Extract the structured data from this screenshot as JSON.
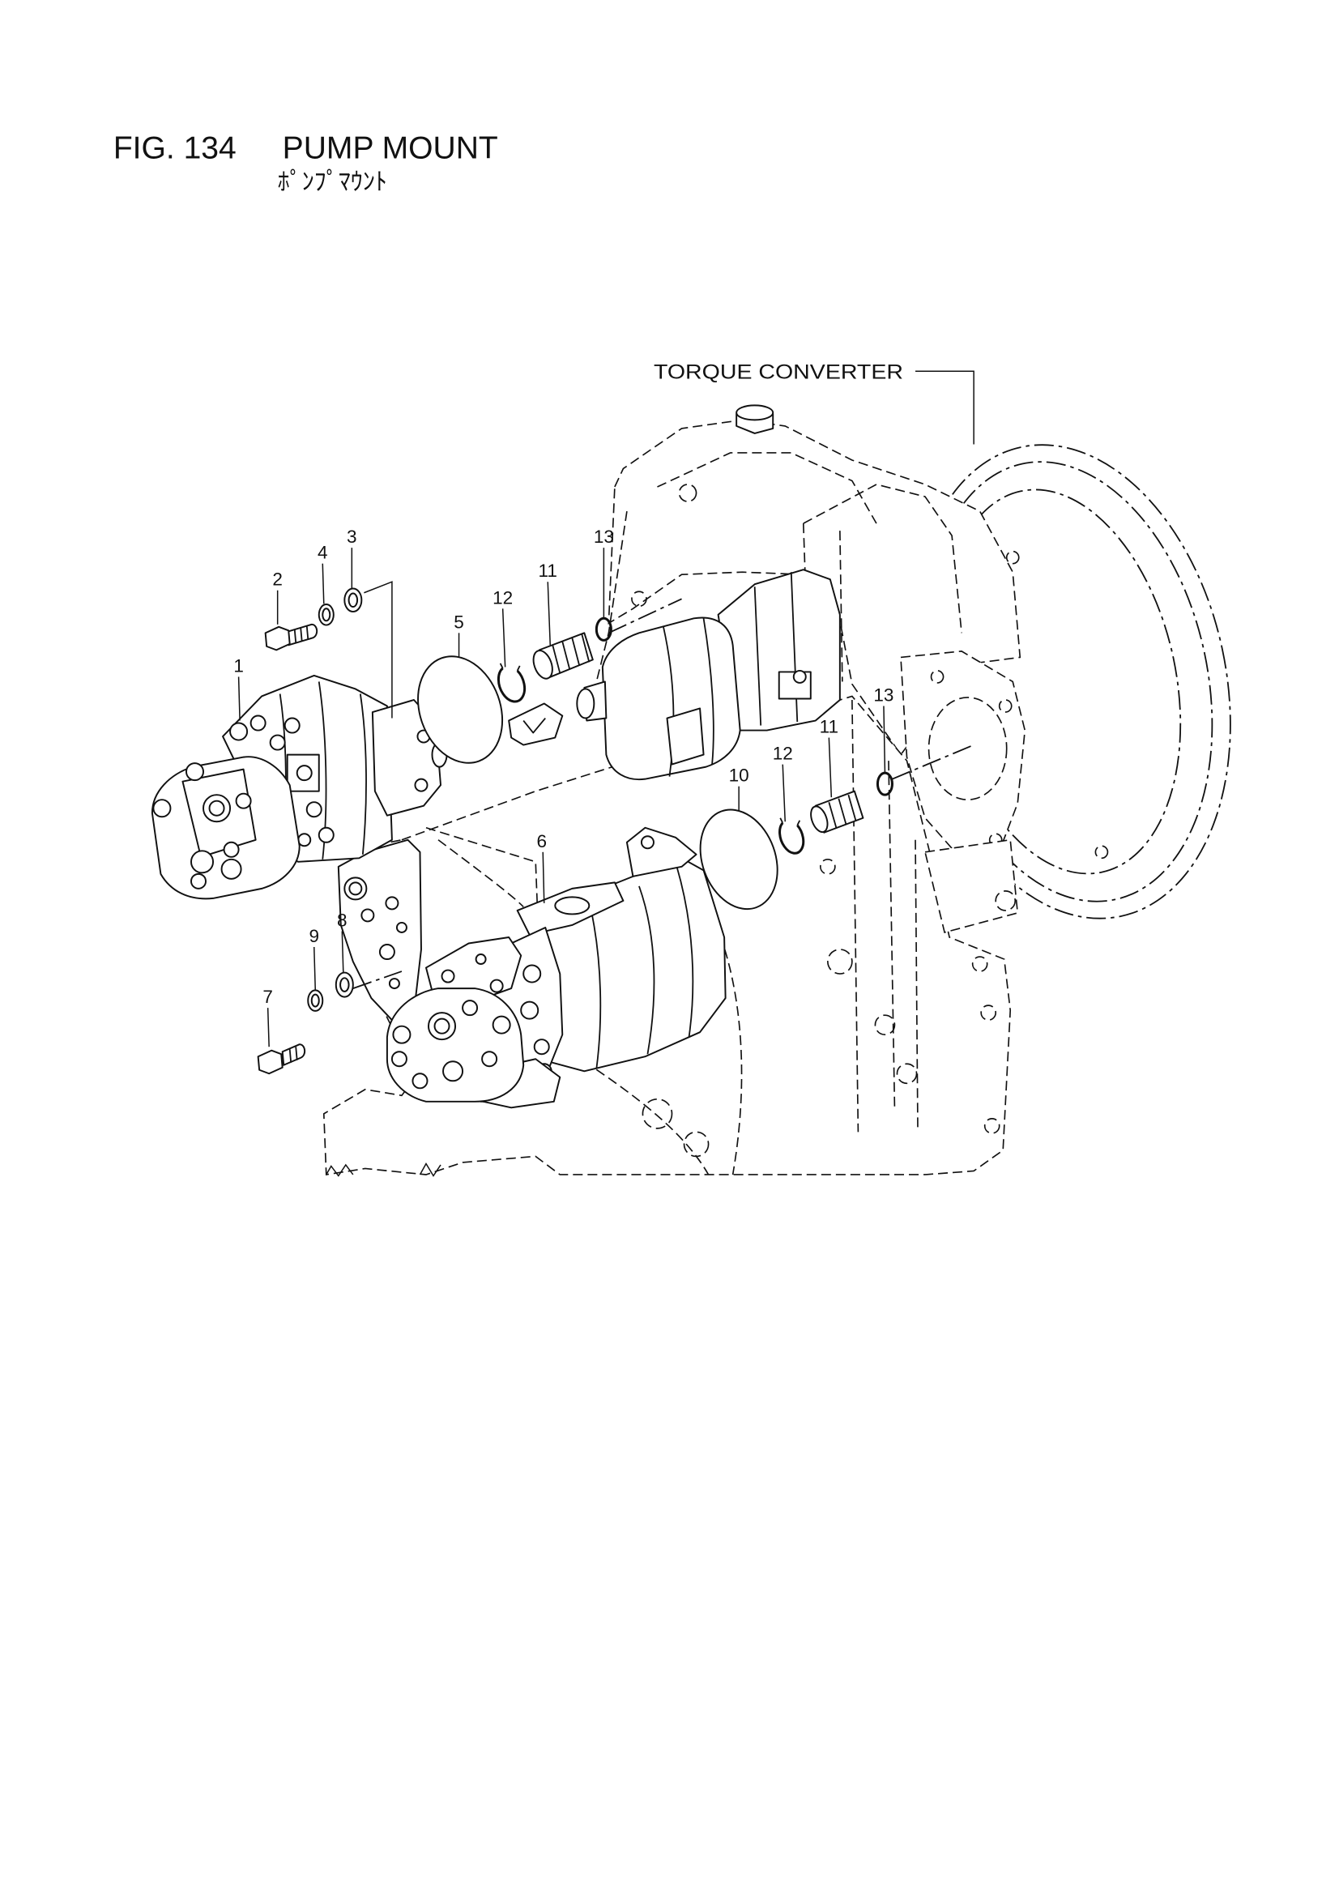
{
  "figure": {
    "number": "FIG. 134",
    "title": "PUMP MOUNT",
    "subtitle_ja": "ﾎﾟﾝﾌﾟﾏｳﾝﾄ"
  },
  "labels": {
    "torque_converter": "TORQUE CONVERTER"
  },
  "callouts": [
    "1",
    "2",
    "3",
    "4",
    "5",
    "6",
    "7",
    "8",
    "9",
    "10",
    "11",
    "11",
    "12",
    "12",
    "13",
    "13"
  ]
}
